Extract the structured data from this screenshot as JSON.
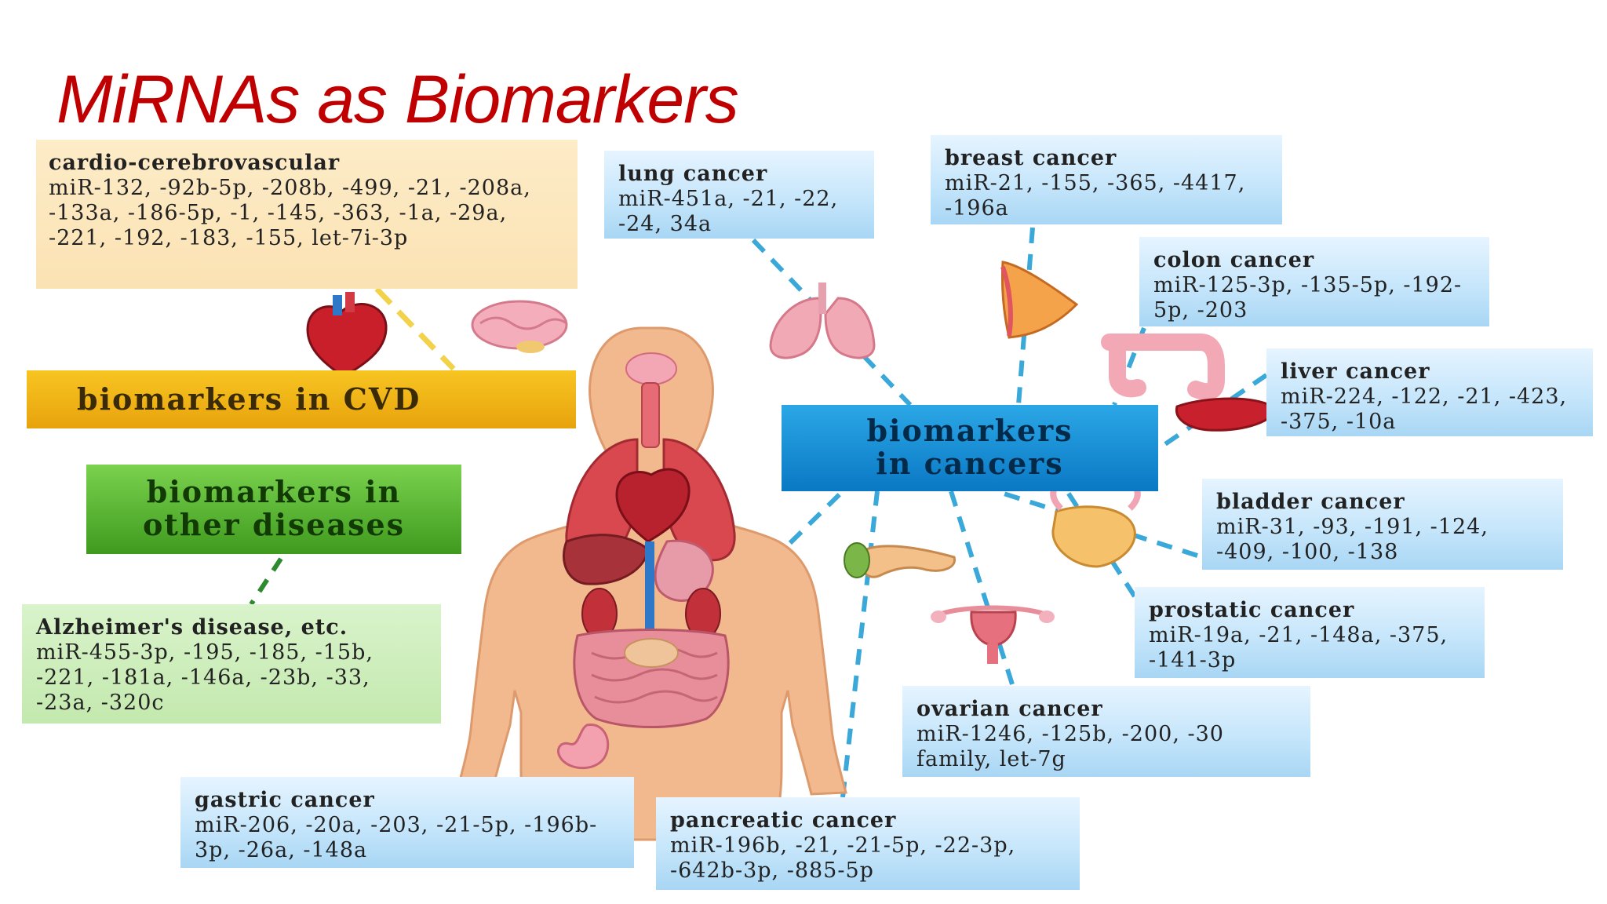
{
  "title": "MiRNAs as Biomarkers",
  "labels": {
    "cvd": "biomarkers in CVD",
    "other": [
      "biomarkers in",
      "other diseases"
    ],
    "cancers": [
      "biomarkers",
      "in cancers"
    ]
  },
  "boxes": {
    "cardio": {
      "heading": "cardio-cerebrovascular",
      "body": "miR-132, -92b-5p, -208b, -499, -21, -208a, -133a, -186-5p, -1, -145, -363, -1a, -29a, -221, -192, -183, -155, let-7i-3p"
    },
    "lung": {
      "heading": "lung cancer",
      "body": "miR-451a, -21, -22, -24, 34a"
    },
    "breast": {
      "heading": "breast cancer",
      "body": "miR-21, -155, -365, -4417, -196a"
    },
    "colon": {
      "heading": "colon cancer",
      "body": "miR-125-3p, -135-5p, -192-5p, -203"
    },
    "liver": {
      "heading": "liver cancer",
      "body": "miR-224, -122, -21, -423, -375, -10a"
    },
    "bladder": {
      "heading": "bladder cancer",
      "body": "miR-31, -93, -191, -124, -409, -100, -138"
    },
    "prostatic": {
      "heading": "prostatic cancer",
      "body": "miR-19a, -21, -148a, -375, -141-3p"
    },
    "ovarian": {
      "heading": "ovarian cancer",
      "body": "miR-1246, -125b, -200, -30 family, let-7g"
    },
    "pancreatic": {
      "heading": "pancreatic cancer",
      "body": "miR-196b, -21, -21-5p, -22-3p, -642b-3p, -885-5p"
    },
    "gastric": {
      "heading": "gastric cancer",
      "body": "miR-206, -20a, -203, -21-5p, -196b-3p, -26a, -148a"
    },
    "alzheimer": {
      "heading": "Alzheimer's disease, etc.",
      "body": "miR-455-3p, -195, -185, -15b, -221, -181a, -146a, -23b, -33, -23a, -320c"
    }
  },
  "colors": {
    "title": "#c00000",
    "cvd_label": "#f0b416",
    "other_label": "#5cb836",
    "cancer_label": "#1a8fd6",
    "connector_blue": "#3aa8d8",
    "connector_yellow": "#f2d24a"
  }
}
